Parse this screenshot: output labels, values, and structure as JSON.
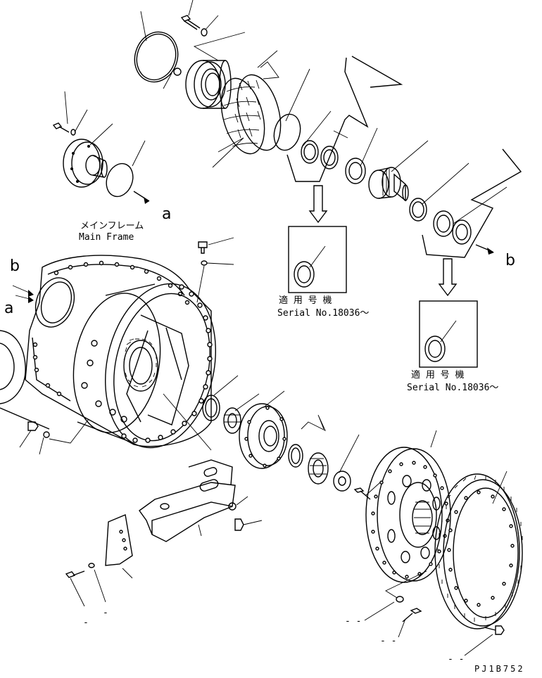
{
  "drawing": {
    "main_frame_label_jp": "メインフレーム",
    "main_frame_label_en": "Main Frame",
    "serial_box_1": {
      "jp": "適 用 号 機",
      "en": "Serial No.18036〜"
    },
    "serial_box_2": {
      "jp": "適 用 号 機",
      "en": "Serial No.18036〜"
    },
    "ref_a_upper": "a",
    "ref_a_left": "a",
    "ref_b_left": "b",
    "ref_b_right": "b",
    "drawing_code": "PJ1B752",
    "leader_dashes": [
      "-",
      "-",
      "- -",
      "- -",
      "- -"
    ]
  }
}
